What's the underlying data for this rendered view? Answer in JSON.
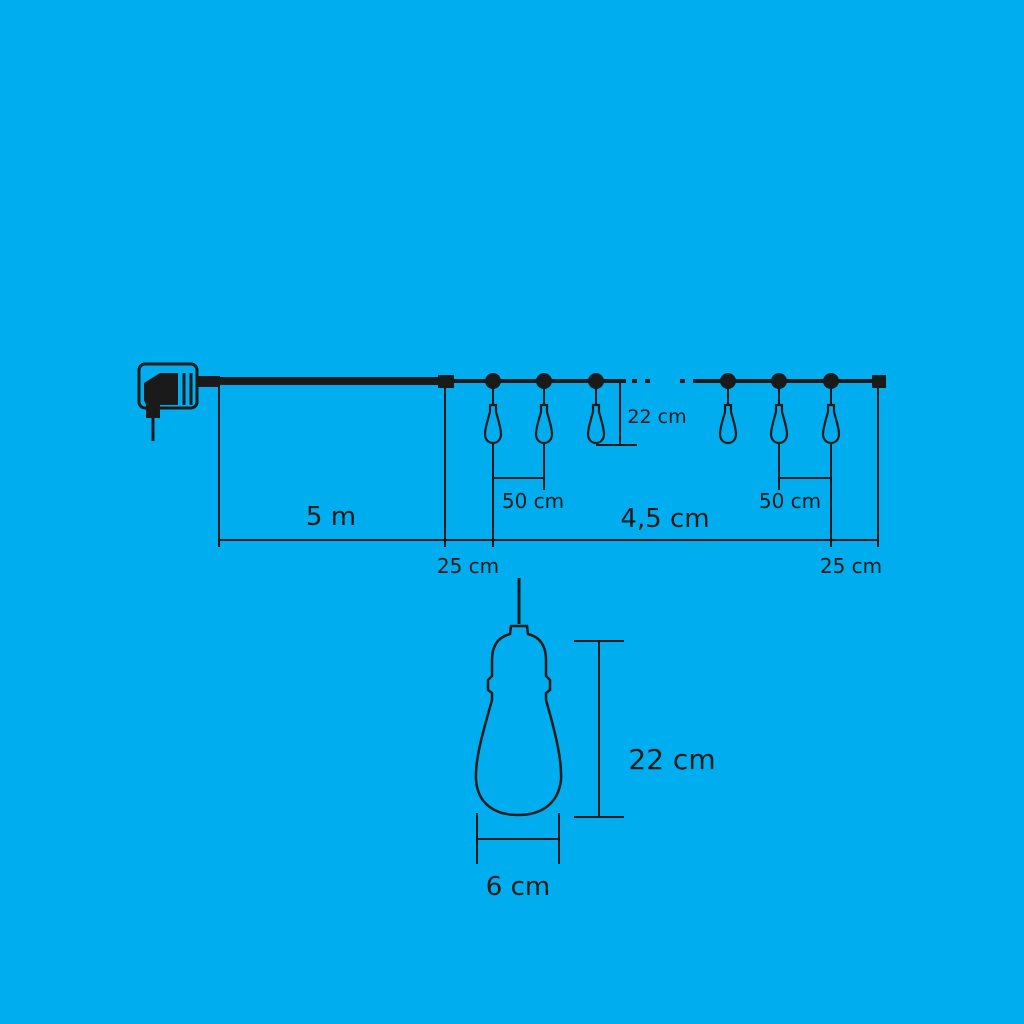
{
  "diagram": {
    "colors": {
      "background": "#00aeef",
      "line": "#1a1a1a"
    },
    "labels": {
      "lead_cable_length": "5 m",
      "lit_section_length": "4,5 cm",
      "bulb_spacing_left": "50 cm",
      "bulb_spacing_right": "50 cm",
      "start_offset": "25 cm",
      "end_offset": "25 cm",
      "drop_length": "22 cm",
      "bulb_height": "22 cm",
      "bulb_width": "6 cm"
    }
  }
}
